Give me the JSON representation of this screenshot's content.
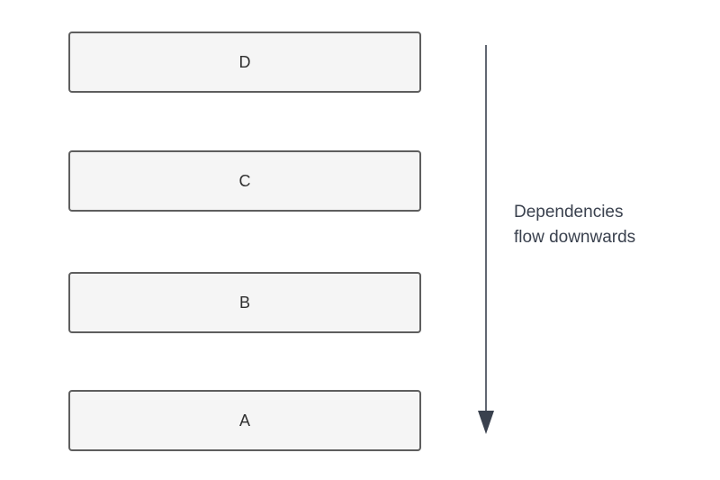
{
  "diagram": {
    "boxes": [
      {
        "label": "D"
      },
      {
        "label": "C"
      },
      {
        "label": "B"
      },
      {
        "label": "A"
      }
    ],
    "annotation": {
      "line1": "Dependencies",
      "line2": "flow downwards"
    },
    "colors": {
      "box_fill": "#f5f5f5",
      "box_border": "#5e5e5e",
      "box_text": "#2f2f2f",
      "arrow": "#3a414e",
      "annotation_text": "#3a414e"
    }
  }
}
